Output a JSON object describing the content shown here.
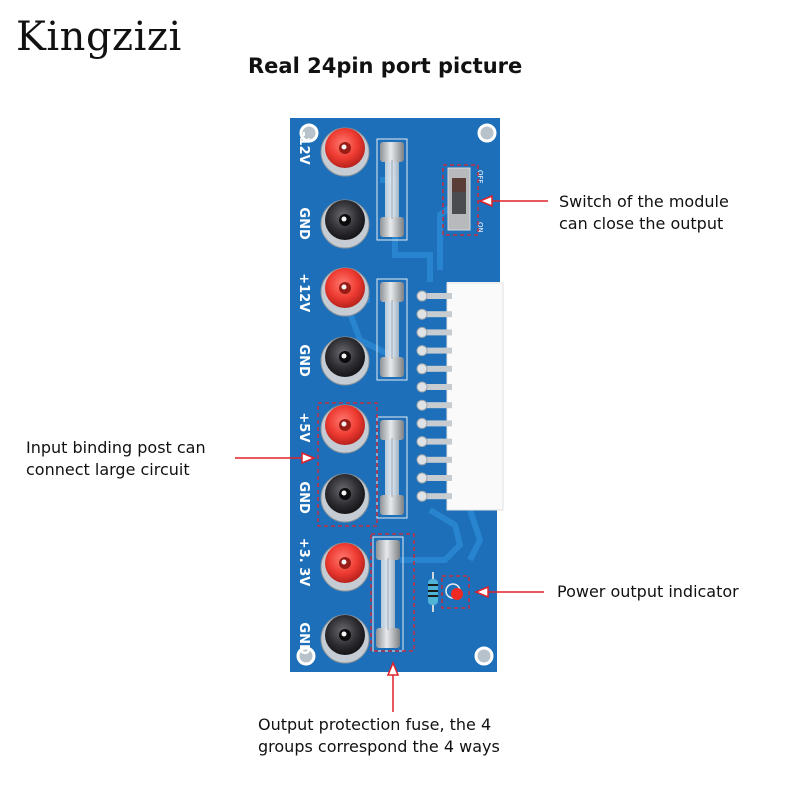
{
  "brand": "Kingzizi",
  "title": "Real 24pin port picture",
  "callouts": {
    "switch": [
      "Switch of the module",
      "can close the output"
    ],
    "binding_post": [
      "Input binding post can",
      "connect large circuit"
    ],
    "indicator": [
      "Power output indicator"
    ],
    "fuse": [
      "Output protection fuse, the 4",
      "groups correspond the 4 ways"
    ]
  },
  "board": {
    "rail_labels": [
      "-12V",
      "GND",
      "+12V",
      "GND",
      "+5V",
      "GND",
      "+3. 3V",
      "GND"
    ],
    "switch_labels": {
      "off": "OFF",
      "on": "ON"
    },
    "colors": {
      "pcb": "#1c6fb8",
      "pcb_dark": "#155a9a",
      "trace": "#2a86d0",
      "red_post": "#ee3b32",
      "black_post": "#2a2a2e",
      "annotation": "#e0202a"
    }
  }
}
